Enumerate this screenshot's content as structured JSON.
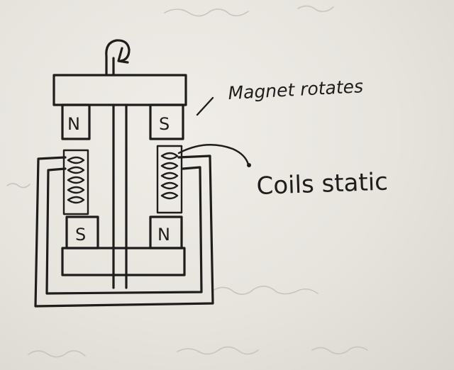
{
  "diagram": {
    "labels": {
      "magnet": "Magnet rotates",
      "coils": "Coils static"
    },
    "poles": {
      "top_left": "N",
      "top_right": "S",
      "bottom_left": "S",
      "bottom_right": "N"
    },
    "colors": {
      "ink": "#1e1d1c",
      "paper": "#ece9e3"
    }
  }
}
